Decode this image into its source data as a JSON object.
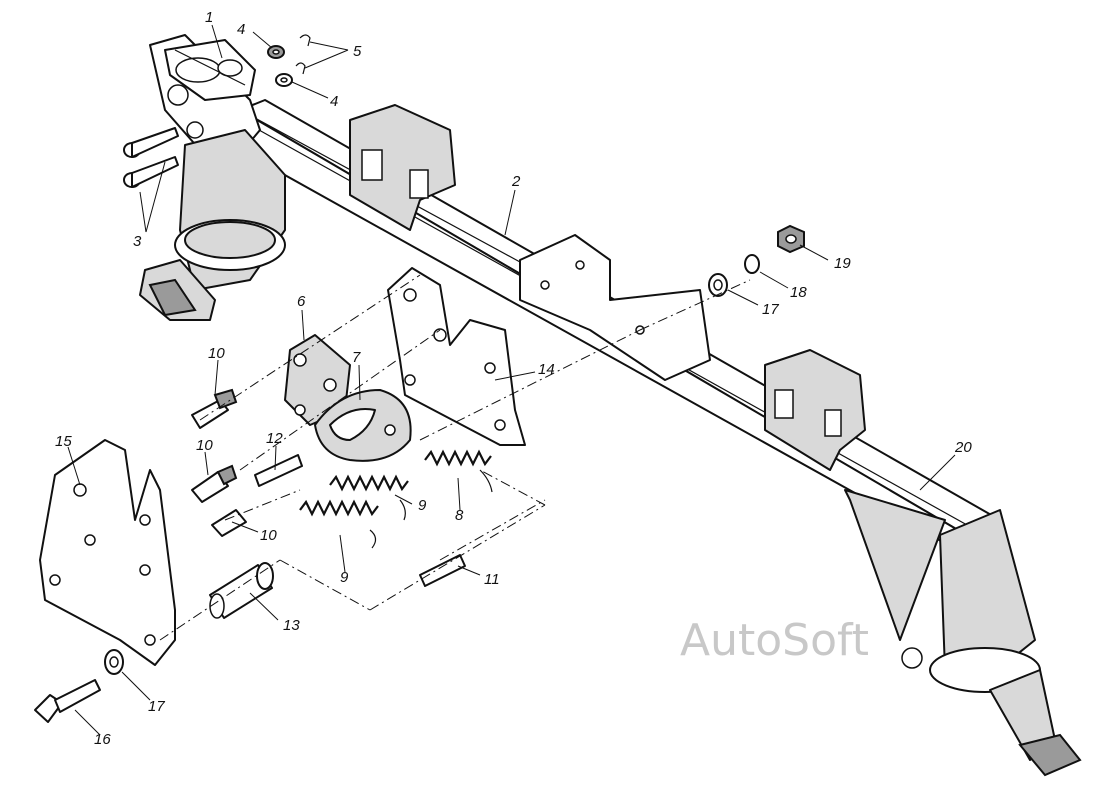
{
  "diagram": {
    "callouts": [
      {
        "id": "c1",
        "text": "1"
      },
      {
        "id": "c4a",
        "text": "4"
      },
      {
        "id": "c5",
        "text": "5"
      },
      {
        "id": "c4b",
        "text": "4"
      },
      {
        "id": "c2",
        "text": "2"
      },
      {
        "id": "c3",
        "text": "3"
      },
      {
        "id": "c19",
        "text": "19"
      },
      {
        "id": "c18",
        "text": "18"
      },
      {
        "id": "c17a",
        "text": "17"
      },
      {
        "id": "c6",
        "text": "6"
      },
      {
        "id": "c7",
        "text": "7"
      },
      {
        "id": "c14",
        "text": "14"
      },
      {
        "id": "c10a",
        "text": "10"
      },
      {
        "id": "c10b",
        "text": "10"
      },
      {
        "id": "c10c",
        "text": "10"
      },
      {
        "id": "c12",
        "text": "12"
      },
      {
        "id": "c15",
        "text": "15"
      },
      {
        "id": "c9a",
        "text": "9"
      },
      {
        "id": "c9b",
        "text": "9"
      },
      {
        "id": "c8",
        "text": "8"
      },
      {
        "id": "c11",
        "text": "11"
      },
      {
        "id": "c13",
        "text": "13"
      },
      {
        "id": "c20",
        "text": "20"
      },
      {
        "id": "c17b",
        "text": "17"
      },
      {
        "id": "c16",
        "text": "16"
      }
    ],
    "watermark": "AutoSoft"
  }
}
